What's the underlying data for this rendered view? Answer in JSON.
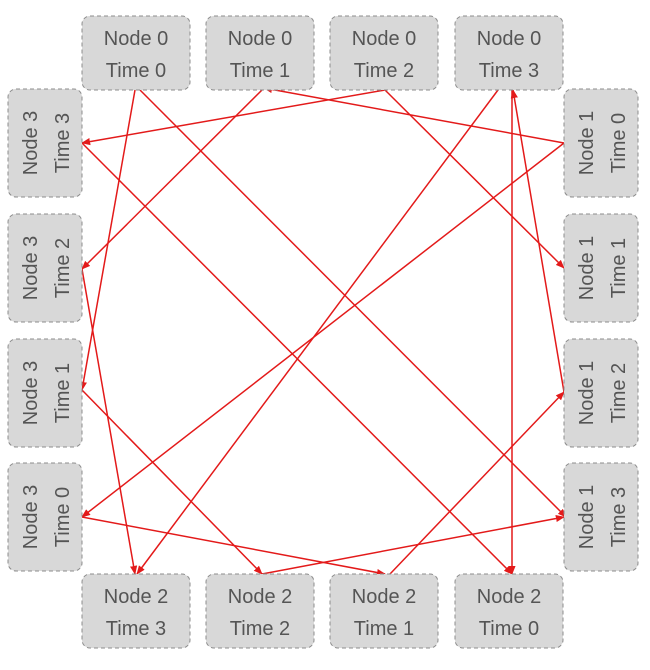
{
  "nodes": [
    {
      "id": "n0t0",
      "node_label": "Node 0",
      "time_label": "Time 0"
    },
    {
      "id": "n0t1",
      "node_label": "Node 0",
      "time_label": "Time 1"
    },
    {
      "id": "n0t2",
      "node_label": "Node 0",
      "time_label": "Time 2"
    },
    {
      "id": "n0t3",
      "node_label": "Node 0",
      "time_label": "Time 3"
    },
    {
      "id": "n1t0",
      "node_label": "Node 1",
      "time_label": "Time 0"
    },
    {
      "id": "n1t1",
      "node_label": "Node 1",
      "time_label": "Time 1"
    },
    {
      "id": "n1t2",
      "node_label": "Node 1",
      "time_label": "Time 2"
    },
    {
      "id": "n1t3",
      "node_label": "Node 1",
      "time_label": "Time 3"
    },
    {
      "id": "n2t0",
      "node_label": "Node 2",
      "time_label": "Time 0"
    },
    {
      "id": "n2t1",
      "node_label": "Node 2",
      "time_label": "Time 1"
    },
    {
      "id": "n2t2",
      "node_label": "Node 2",
      "time_label": "Time 2"
    },
    {
      "id": "n2t3",
      "node_label": "Node 2",
      "time_label": "Time 3"
    },
    {
      "id": "n3t0",
      "node_label": "Node 3",
      "time_label": "Time 0"
    },
    {
      "id": "n3t1",
      "node_label": "Node 3",
      "time_label": "Time 1"
    },
    {
      "id": "n3t2",
      "node_label": "Node 3",
      "time_label": "Time 2"
    },
    {
      "id": "n3t3",
      "node_label": "Node 3",
      "time_label": "Time 3"
    }
  ],
  "edges": [
    {
      "from": "n0t0",
      "to": "n3t1"
    },
    {
      "from": "n0t0",
      "to": "n1t3"
    },
    {
      "from": "n0t1",
      "to": "n3t2"
    },
    {
      "from": "n1t0",
      "to": "n0t1"
    },
    {
      "from": "n0t2",
      "to": "n3t3"
    },
    {
      "from": "n0t2",
      "to": "n1t1"
    },
    {
      "from": "n0t3",
      "to": "n2t0"
    },
    {
      "from": "n1t0",
      "to": "n3t0"
    },
    {
      "from": "n0t3",
      "to": "n2t3"
    },
    {
      "from": "n1t2",
      "to": "n0t3"
    },
    {
      "from": "n3t3",
      "to": "n2t0"
    },
    {
      "from": "n3t2",
      "to": "n2t3"
    },
    {
      "from": "n3t1",
      "to": "n2t1"
    },
    {
      "from": "n3t0",
      "to": "n2t1"
    },
    {
      "from": "n2t2",
      "to": "n1t3"
    },
    {
      "from": "n2t1",
      "to": "n1t2"
    }
  ],
  "colors": {
    "node_fill": "#d8d8d8",
    "node_border": "#8c8c8c",
    "node_text": "#555555",
    "arrow": "#e31a1a"
  }
}
